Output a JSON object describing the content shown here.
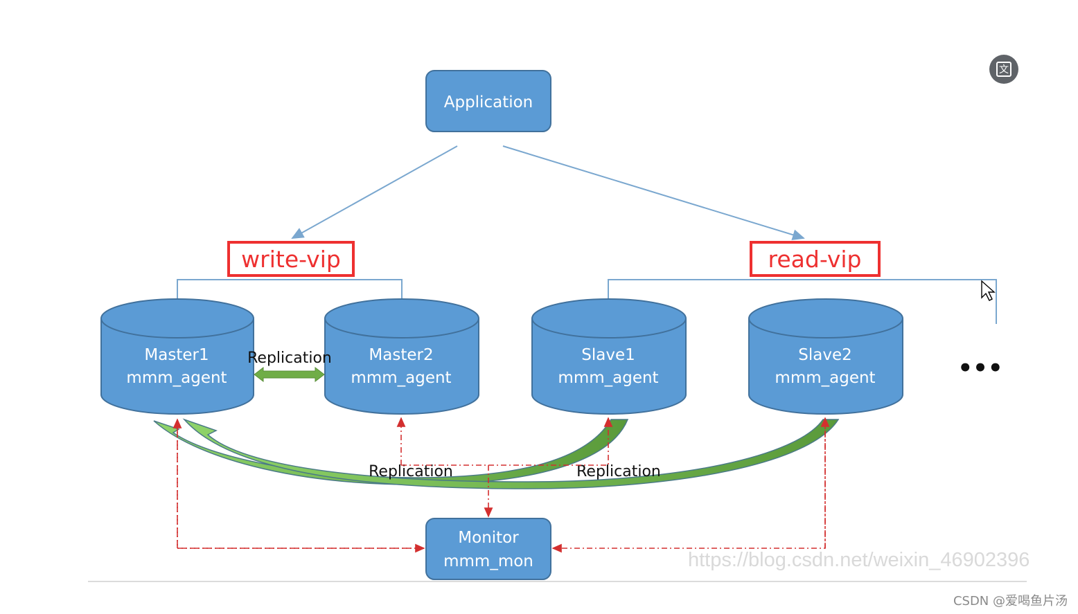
{
  "diagram": {
    "application": {
      "label": "Application"
    },
    "write_vip": {
      "label": "write-vip"
    },
    "read_vip": {
      "label": "read-vip"
    },
    "master1": {
      "name": "Master1",
      "agent": "mmm_agent"
    },
    "master2": {
      "name": "Master2",
      "agent": "mmm_agent"
    },
    "slave1": {
      "name": "Slave1",
      "agent": "mmm_agent"
    },
    "slave2": {
      "name": "Slave2",
      "agent": "mmm_agent"
    },
    "more": {
      "label": "•••"
    },
    "replication_master": {
      "label": "Replication"
    },
    "replication_slave1": {
      "label": "Replication"
    },
    "replication_slave2": {
      "label": "Replication"
    },
    "monitor": {
      "name": "Monitor",
      "process": "mmm_mon"
    }
  },
  "watermark": "https://blog.csdn.net/weixin_46902396",
  "credit": "CSDN @爱喝鱼片汤",
  "translate_button": {
    "icon": "translate-icon",
    "glyph": "文"
  },
  "colors": {
    "node_fill": "#5b9bd5",
    "node_stroke": "#41719c",
    "vip_red": "#ee3030",
    "arrow_green": "#70ad47",
    "dash_red": "#d32f2f",
    "line_blue": "#7aa7cf"
  }
}
